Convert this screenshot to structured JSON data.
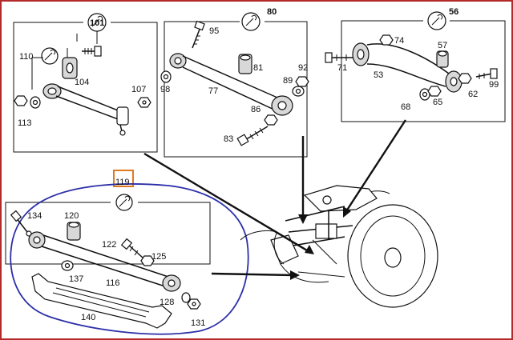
{
  "colors": {
    "frame_border": "#b32a2a",
    "highlight_box": "#e07a1f",
    "hand_circle": "#2b2fa8",
    "ink": "#111111"
  },
  "icons": {
    "wrench_callout": "wrench-icon"
  },
  "groups": {
    "top_left": {
      "callout": "101",
      "parts": {
        "p110": "110",
        "p104": "104",
        "p107": "107",
        "p113": "113"
      }
    },
    "top_middle": {
      "callout": "80",
      "parts": {
        "p95": "95",
        "p81": "81",
        "p92": "92",
        "p89": "89",
        "p98": "98",
        "p77": "77",
        "p86": "86",
        "p83": "83"
      }
    },
    "top_right": {
      "callout": "56",
      "parts": {
        "p74": "74",
        "p57": "57",
        "p71": "71",
        "p53": "53",
        "p99": "99",
        "p62": "62",
        "p68": "68",
        "p65": "65"
      }
    },
    "bottom_left": {
      "callout": "119",
      "parts": {
        "p134": "134",
        "p120": "120",
        "p122": "122",
        "p125": "125",
        "p137": "137",
        "p116": "116",
        "p128": "128",
        "p140": "140",
        "p131": "131"
      }
    }
  }
}
